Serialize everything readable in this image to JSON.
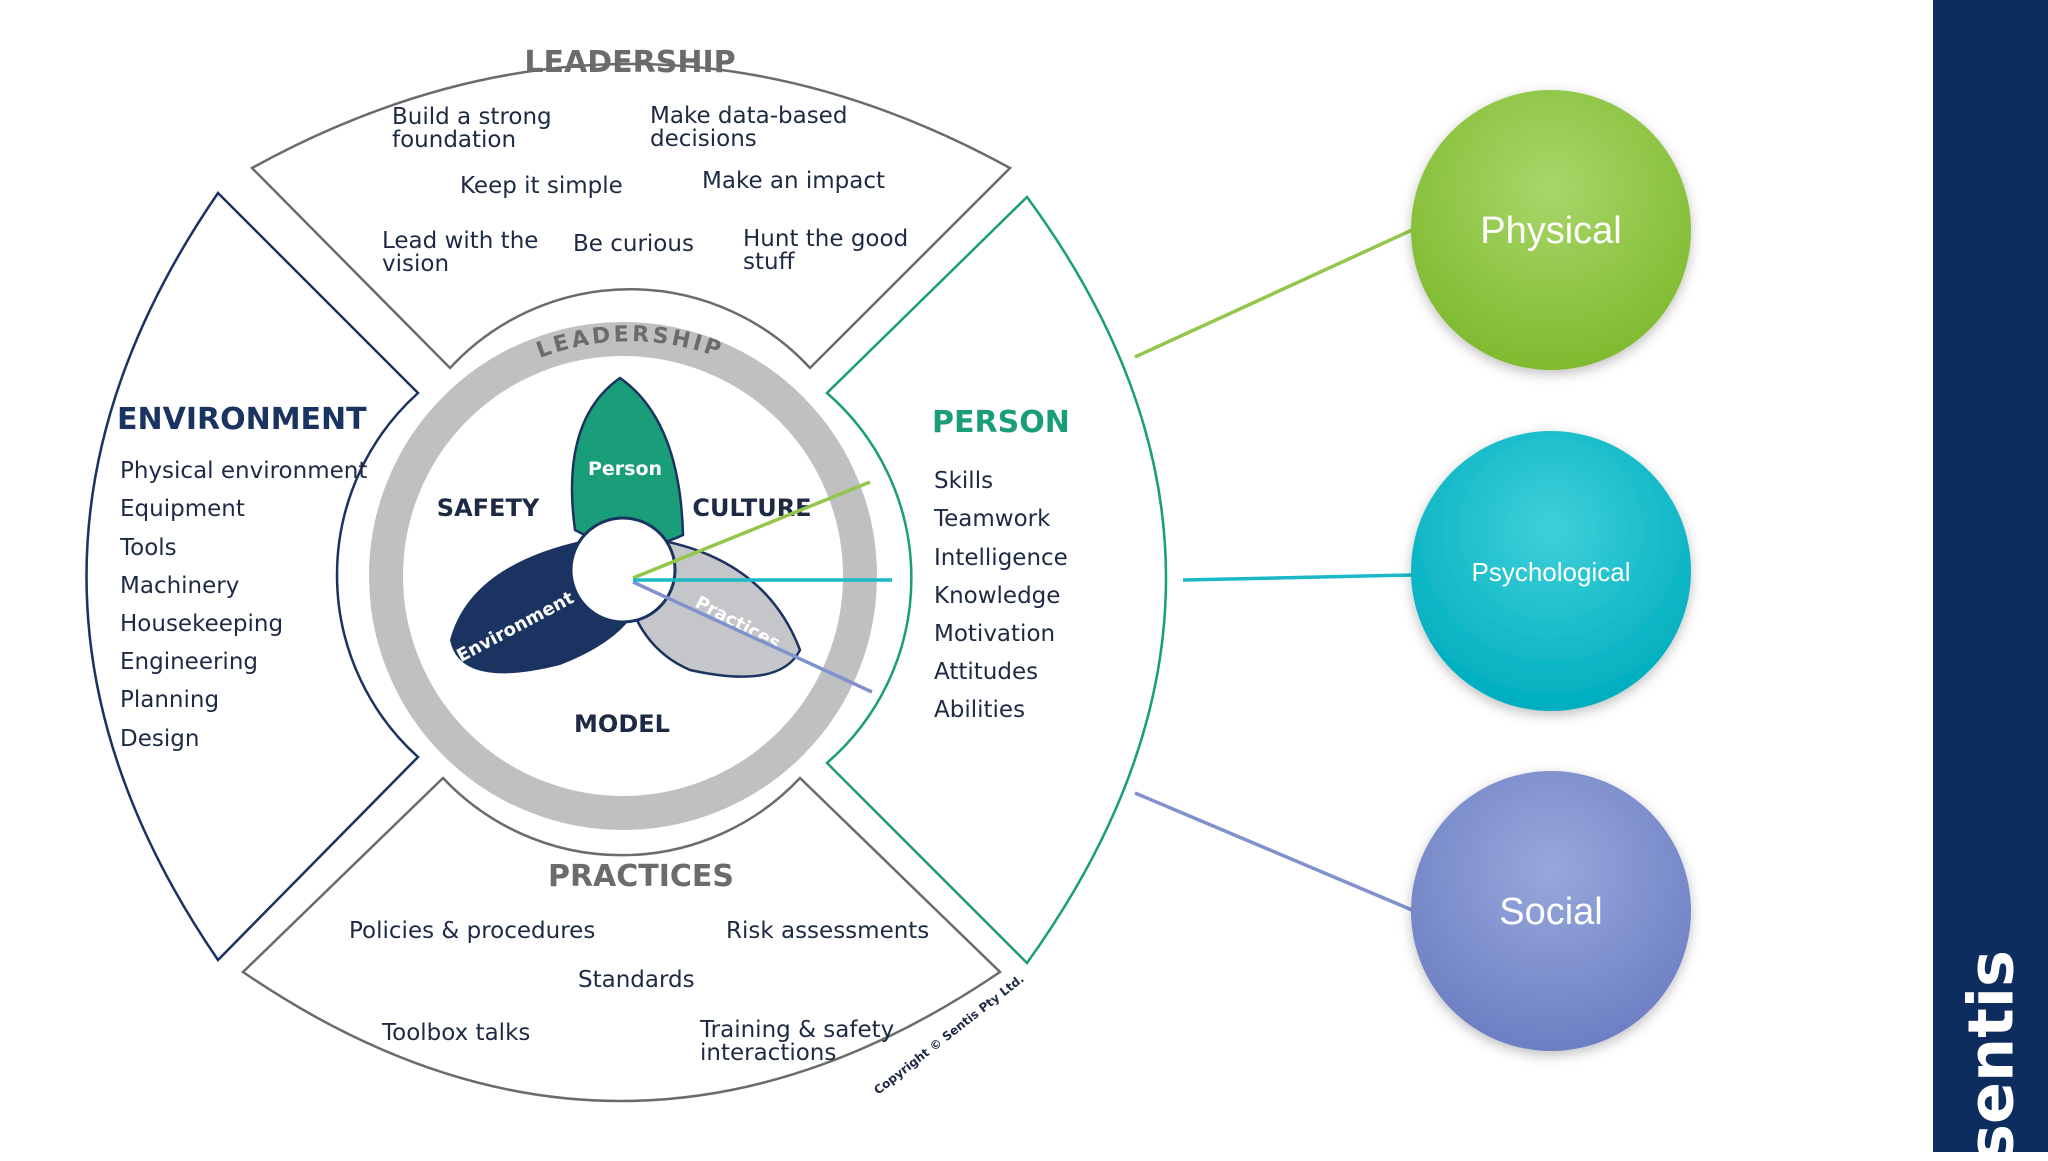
{
  "leadership": {
    "heading": "LEADERSHIP",
    "items": [
      "Build a strong",
      "foundation",
      "Make data-based",
      "decisions",
      "Keep it simple",
      "Make an impact",
      "Lead with the",
      "vision",
      "Be curious",
      "Hunt the good",
      "stuff"
    ]
  },
  "environment": {
    "heading": "ENVIRONMENT",
    "items": [
      "Physical environment",
      "Equipment",
      "Tools",
      "Machinery",
      "Housekeeping",
      "Engineering",
      "Planning",
      "Design"
    ]
  },
  "person": {
    "heading": "PERSON",
    "items": [
      "Skills",
      "Teamwork",
      "Intelligence",
      "Knowledge",
      "Motivation",
      "Attitudes",
      "Abilities"
    ]
  },
  "practices": {
    "heading": "PRACTICES",
    "items": [
      "Policies & procedures",
      "Risk assessments",
      "Standards",
      "Toolbox talks",
      "Training & safety",
      "interactions"
    ]
  },
  "model": {
    "ring_label": "LEADERSHIP",
    "safety": "SAFETY",
    "culture": "CULTURE",
    "model": "MODEL",
    "petal_person": "Person",
    "petal_environment": "Environment",
    "petal_practices": "Practices"
  },
  "copyright": "Copyright © Sentis Pty Ltd.",
  "circles": {
    "physical": "Physical",
    "psychological": "Psychological",
    "social": "Social"
  },
  "brand": "sentis",
  "colors": {
    "navy": "#1b3360",
    "green": "#1a9e7a",
    "physical": "#93c64a",
    "psychological": "#1bc0cc",
    "social": "#7f92cc",
    "sidebar": "#0d2d5e"
  }
}
